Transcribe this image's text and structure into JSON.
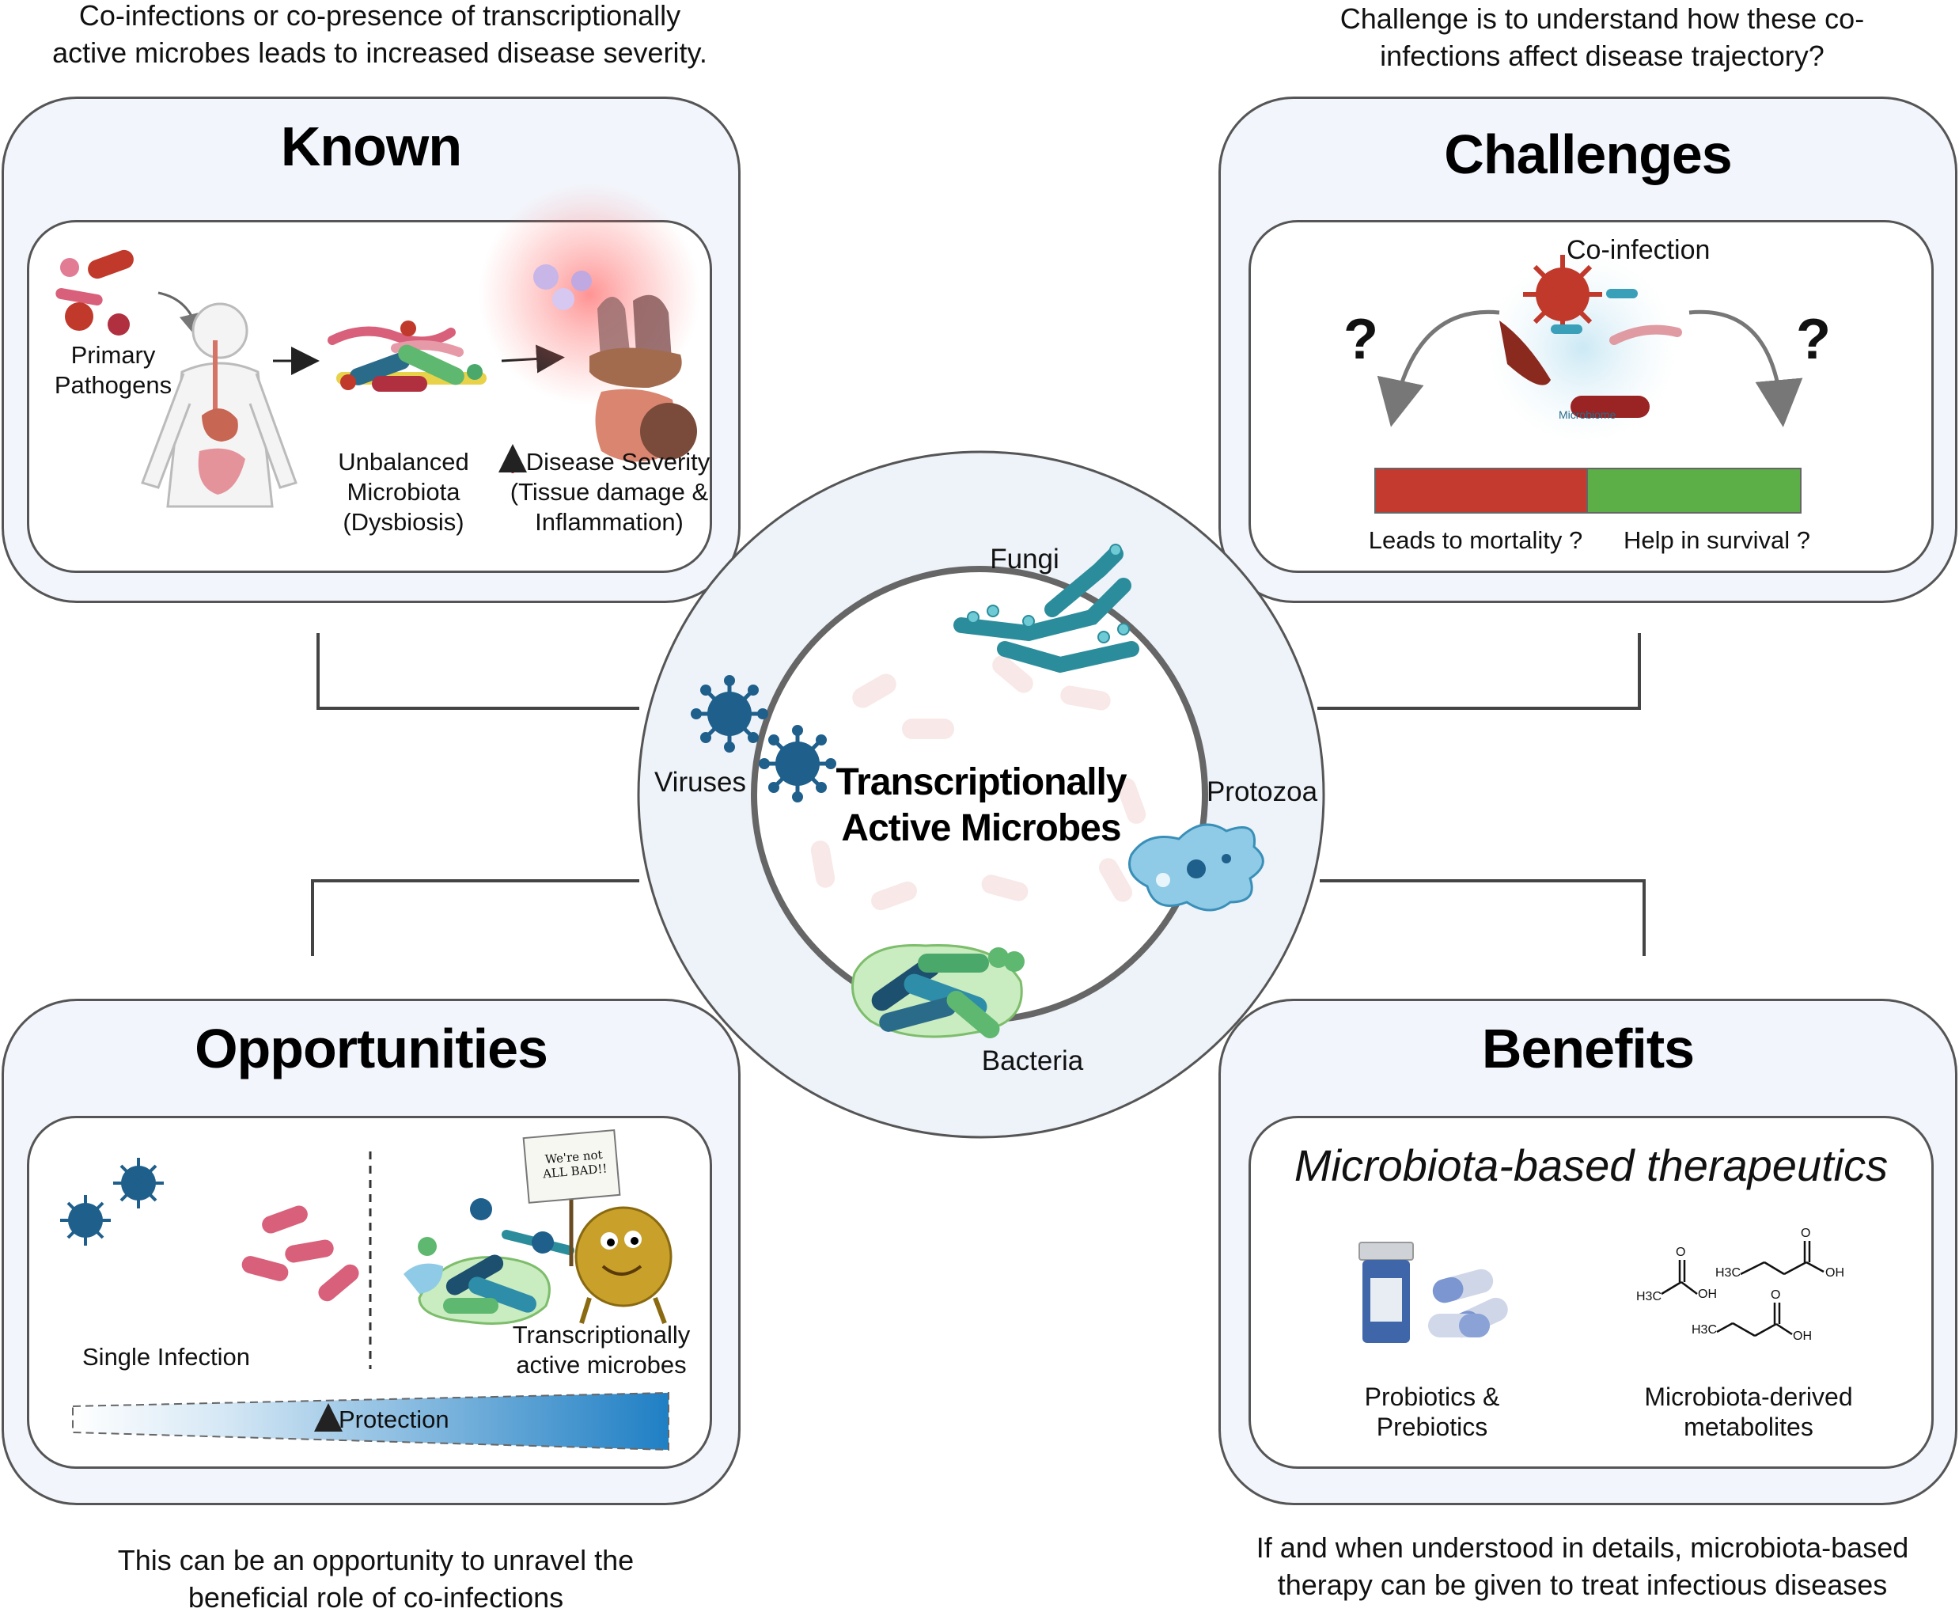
{
  "captions": {
    "top_left": [
      "Co-infections or co-presence of transcriptionally",
      "active microbes leads to increased disease severity."
    ],
    "top_right": [
      "Challenge is to understand how these co-",
      "infections affect disease trajectory?"
    ],
    "bottom_left": [
      "This can be an opportunity to unravel the",
      "beneficial role of co-infections"
    ],
    "bottom_right": [
      "If and when understood in details, microbiota-based",
      "therapy can be given to treat infectious diseases"
    ]
  },
  "known": {
    "title": "Known",
    "primary_pathogens": [
      "Primary",
      "Pathogens"
    ],
    "unbalanced": [
      "Unbalanced",
      "Microbiota",
      "(Dysbiosis)"
    ],
    "severity": [
      "Disease Severity",
      "(Tissue damage &",
      "Inflammation)"
    ]
  },
  "challenges": {
    "title": "Challenges",
    "coinfection": "Co-infection",
    "question_mark": "?",
    "microbiome_tag": "Microbiome",
    "mortality": "Leads to mortality ?",
    "survival": "Help in survival ?"
  },
  "center": {
    "title": [
      "Transcriptionally",
      "Active Microbes"
    ],
    "fungi": "Fungi",
    "viruses": "Viruses",
    "protozoa": "Protozoa",
    "bacteria": "Bacteria"
  },
  "opportunities": {
    "title": "Opportunities",
    "single": "Single Infection",
    "active": [
      "Transcriptionally",
      "active microbes"
    ],
    "protection": "Protection",
    "sign": [
      "We're not",
      "ALL BAD!!"
    ]
  },
  "benefits": {
    "title": "Benefits",
    "subtitle": "Microbiota-based therapeutics",
    "probiotics": [
      "Probiotics &",
      "Prebiotics"
    ],
    "metabolites": [
      "Microbiota-derived",
      "metabolites"
    ],
    "chem": {
      "h3c": "H3C",
      "oh": "OH",
      "o": "O"
    }
  },
  "colors": {
    "border": "#555555",
    "panel_bg": "#f2f5fb",
    "mortality_bar": "#c43a2f",
    "survival_bar": "#5cae47",
    "virus_blue": "#1f5f8b",
    "bacteria_pink": "#d9607a",
    "protection_start": "#e9f2fa",
    "protection_end": "#1f7fc4",
    "arrow_red": "#c0392b"
  }
}
